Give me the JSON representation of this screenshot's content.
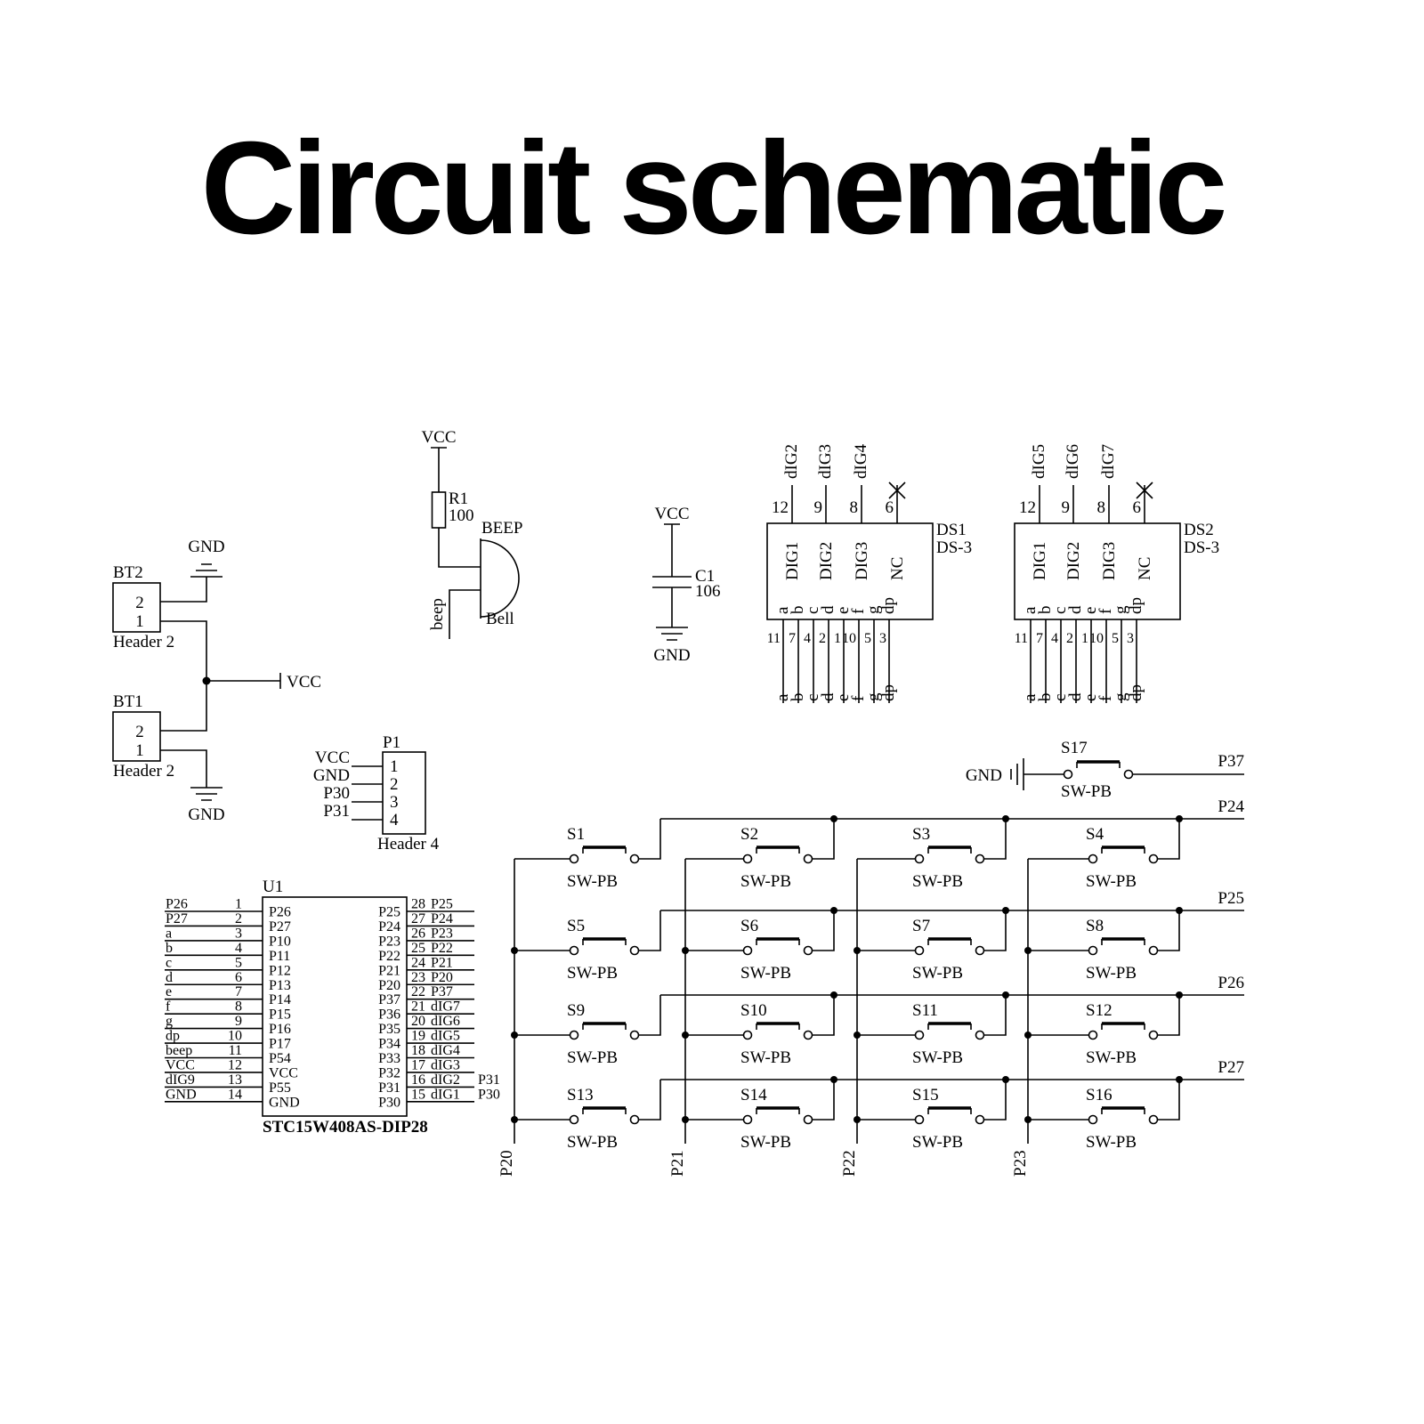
{
  "title": "Circuit schematic",
  "colors": {
    "title_blue": "#1d9bf0",
    "ink": "#000000"
  },
  "battery": {
    "gnd_top": "GND",
    "gnd_bottom": "GND",
    "vcc": "VCC",
    "bt2": {
      "ref": "BT2",
      "pins": [
        "2",
        "1"
      ],
      "type": "Header 2"
    },
    "bt1": {
      "ref": "BT1",
      "pins": [
        "2",
        "1"
      ],
      "type": "Header 2"
    }
  },
  "buzzer": {
    "vcc": "VCC",
    "ref": "R1",
    "value": "100",
    "beep_label": "BEEP",
    "bell_label": "Bell",
    "net": "beep"
  },
  "capacitor": {
    "vcc": "VCC",
    "ref": "C1",
    "value": "106",
    "gnd": "GND"
  },
  "displays": [
    {
      "ref": "DS1",
      "type": "DS-3",
      "top_nets": [
        "dIG2",
        "dIG3",
        "dIG4"
      ],
      "top_pins": [
        "12",
        "9",
        "8",
        "6"
      ],
      "top_names": [
        "DIG1",
        "DIG2",
        "DIG3",
        "NC"
      ],
      "bottom_pins": [
        "11",
        "7",
        "4",
        "2",
        "1",
        "10",
        "5",
        "3"
      ],
      "bottom_names": [
        "a",
        "b",
        "c",
        "d",
        "e",
        "f",
        "g",
        "dp"
      ],
      "bottom_nets": [
        "a",
        "b",
        "c",
        "d",
        "e",
        "f",
        "g",
        "dp"
      ]
    },
    {
      "ref": "DS2",
      "type": "DS-3",
      "top_nets": [
        "dIG5",
        "dIG6",
        "dIG7"
      ],
      "top_pins": [
        "12",
        "9",
        "8",
        "6"
      ],
      "top_names": [
        "DIG1",
        "DIG2",
        "DIG3",
        "NC"
      ],
      "bottom_pins": [
        "11",
        "7",
        "4",
        "2",
        "1",
        "10",
        "5",
        "3"
      ],
      "bottom_names": [
        "a",
        "b",
        "c",
        "d",
        "e",
        "f",
        "g",
        "dp"
      ],
      "bottom_nets": [
        "a",
        "b",
        "c",
        "d",
        "e",
        "f",
        "g",
        "dp"
      ]
    }
  ],
  "header4": {
    "ref": "P1",
    "type": "Header 4",
    "nets": [
      "VCC",
      "GND",
      "P30",
      "P31"
    ],
    "pins": [
      "1",
      "2",
      "3",
      "4"
    ]
  },
  "mcu": {
    "ref": "U1",
    "part": "STC15W408AS-DIP28",
    "left": [
      {
        "net": "P26",
        "pin": "1",
        "name": "P26"
      },
      {
        "net": "P27",
        "pin": "2",
        "name": "P27"
      },
      {
        "net": "a",
        "pin": "3",
        "name": "P10"
      },
      {
        "net": "b",
        "pin": "4",
        "name": "P11"
      },
      {
        "net": "c",
        "pin": "5",
        "name": "P12"
      },
      {
        "net": "d",
        "pin": "6",
        "name": "P13"
      },
      {
        "net": "e",
        "pin": "7",
        "name": "P14"
      },
      {
        "net": "f",
        "pin": "8",
        "name": "P15"
      },
      {
        "net": "g",
        "pin": "9",
        "name": "P16"
      },
      {
        "net": "dp",
        "pin": "10",
        "name": "P17"
      },
      {
        "net": "beep",
        "pin": "11",
        "name": "P54"
      },
      {
        "net": "VCC",
        "pin": "12",
        "name": "VCC"
      },
      {
        "net": "dIG9",
        "pin": "13",
        "name": "P55"
      },
      {
        "net": "GND",
        "pin": "14",
        "name": "GND"
      }
    ],
    "right": [
      {
        "pin": "28",
        "name": "P25",
        "net": "P25"
      },
      {
        "pin": "27",
        "name": "P24",
        "net": "P24"
      },
      {
        "pin": "26",
        "name": "P23",
        "net": "P23"
      },
      {
        "pin": "25",
        "name": "P22",
        "net": "P22"
      },
      {
        "pin": "24",
        "name": "P21",
        "net": "P21"
      },
      {
        "pin": "23",
        "name": "P20",
        "net": "P20"
      },
      {
        "pin": "22",
        "name": "P37",
        "net": "P37"
      },
      {
        "pin": "21",
        "name": "P36",
        "net": "dIG7"
      },
      {
        "pin": "20",
        "name": "P35",
        "net": "dIG6"
      },
      {
        "pin": "19",
        "name": "P34",
        "net": "dIG5"
      },
      {
        "pin": "18",
        "name": "P33",
        "net": "dIG4"
      },
      {
        "pin": "17",
        "name": "P32",
        "net": "dIG3"
      },
      {
        "pin": "16",
        "name": "P31",
        "net": "dIG2",
        "net2": "P31"
      },
      {
        "pin": "15",
        "name": "P30",
        "net": "dIG1",
        "net2": "P30"
      }
    ]
  },
  "s17": {
    "gnd": "GND",
    "ref": "S17",
    "type": "SW-PB",
    "net": "P37"
  },
  "matrix": {
    "switch_type": "SW-PB",
    "rows": [
      {
        "net": "P24",
        "switches": [
          "S1",
          "S2",
          "S3",
          "S4"
        ]
      },
      {
        "net": "P25",
        "switches": [
          "S5",
          "S6",
          "S7",
          "S8"
        ]
      },
      {
        "net": "P26",
        "switches": [
          "S9",
          "S10",
          "S11",
          "S12"
        ]
      },
      {
        "net": "P27",
        "switches": [
          "S13",
          "S14",
          "S15",
          "S16"
        ]
      }
    ],
    "cols": [
      "P20",
      "P21",
      "P22",
      "P23"
    ]
  }
}
